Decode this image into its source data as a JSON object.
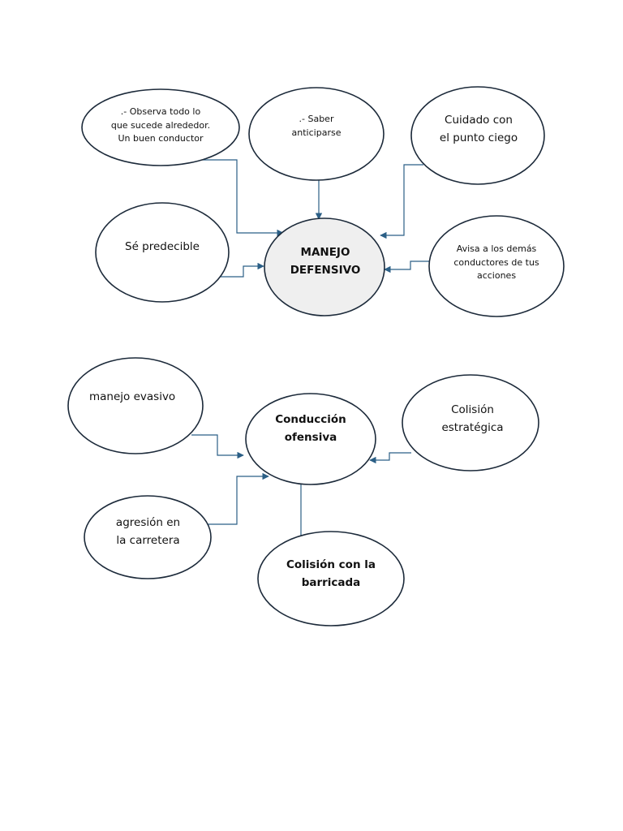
{
  "diagram_1": {
    "center": "MANEJO\nDEFENSIVO",
    "observa": ".- Observa todo lo\nque sucede alrededor.\nUn buen conductor",
    "anticiparse": ".- Saber\nanticiparse",
    "punto_ciego": "Cuidado con\nel punto ciego",
    "predecible": "Sé predecible",
    "avisa": "Avisa a los demás\nconductores de tus\nacciones"
  },
  "diagram_2": {
    "center": "Conducción\nofensiva",
    "manejo_evasivo": "manejo evasivo",
    "colision_estrategica": "Colisión\nestratégica",
    "agresion": "agresión en\nla carretera",
    "barricada": "Colisión con la\nbarricada"
  },
  "colors": {
    "connector": "#2b5f86",
    "outline": "#1c2a3a",
    "center_fill": "#efefef"
  }
}
